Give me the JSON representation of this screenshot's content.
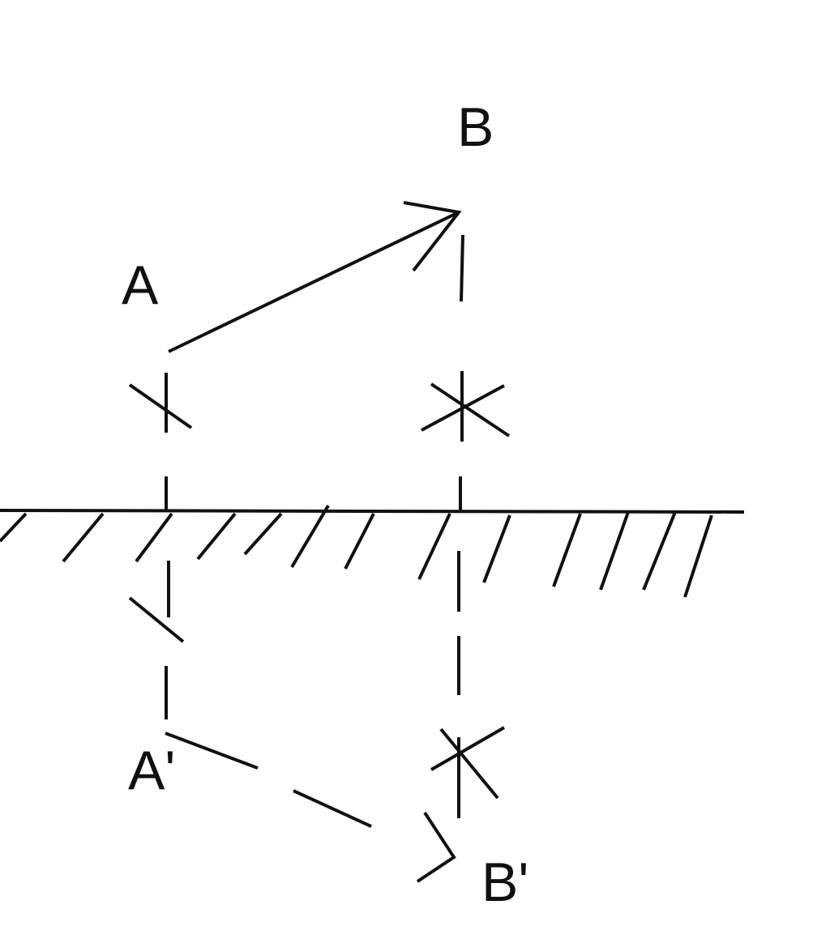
{
  "labels": {
    "a": "A",
    "b": "B",
    "a_prime": "A'",
    "b_prime": "B'"
  },
  "colors": {
    "ink": "#111111",
    "background": "#ffffff"
  }
}
